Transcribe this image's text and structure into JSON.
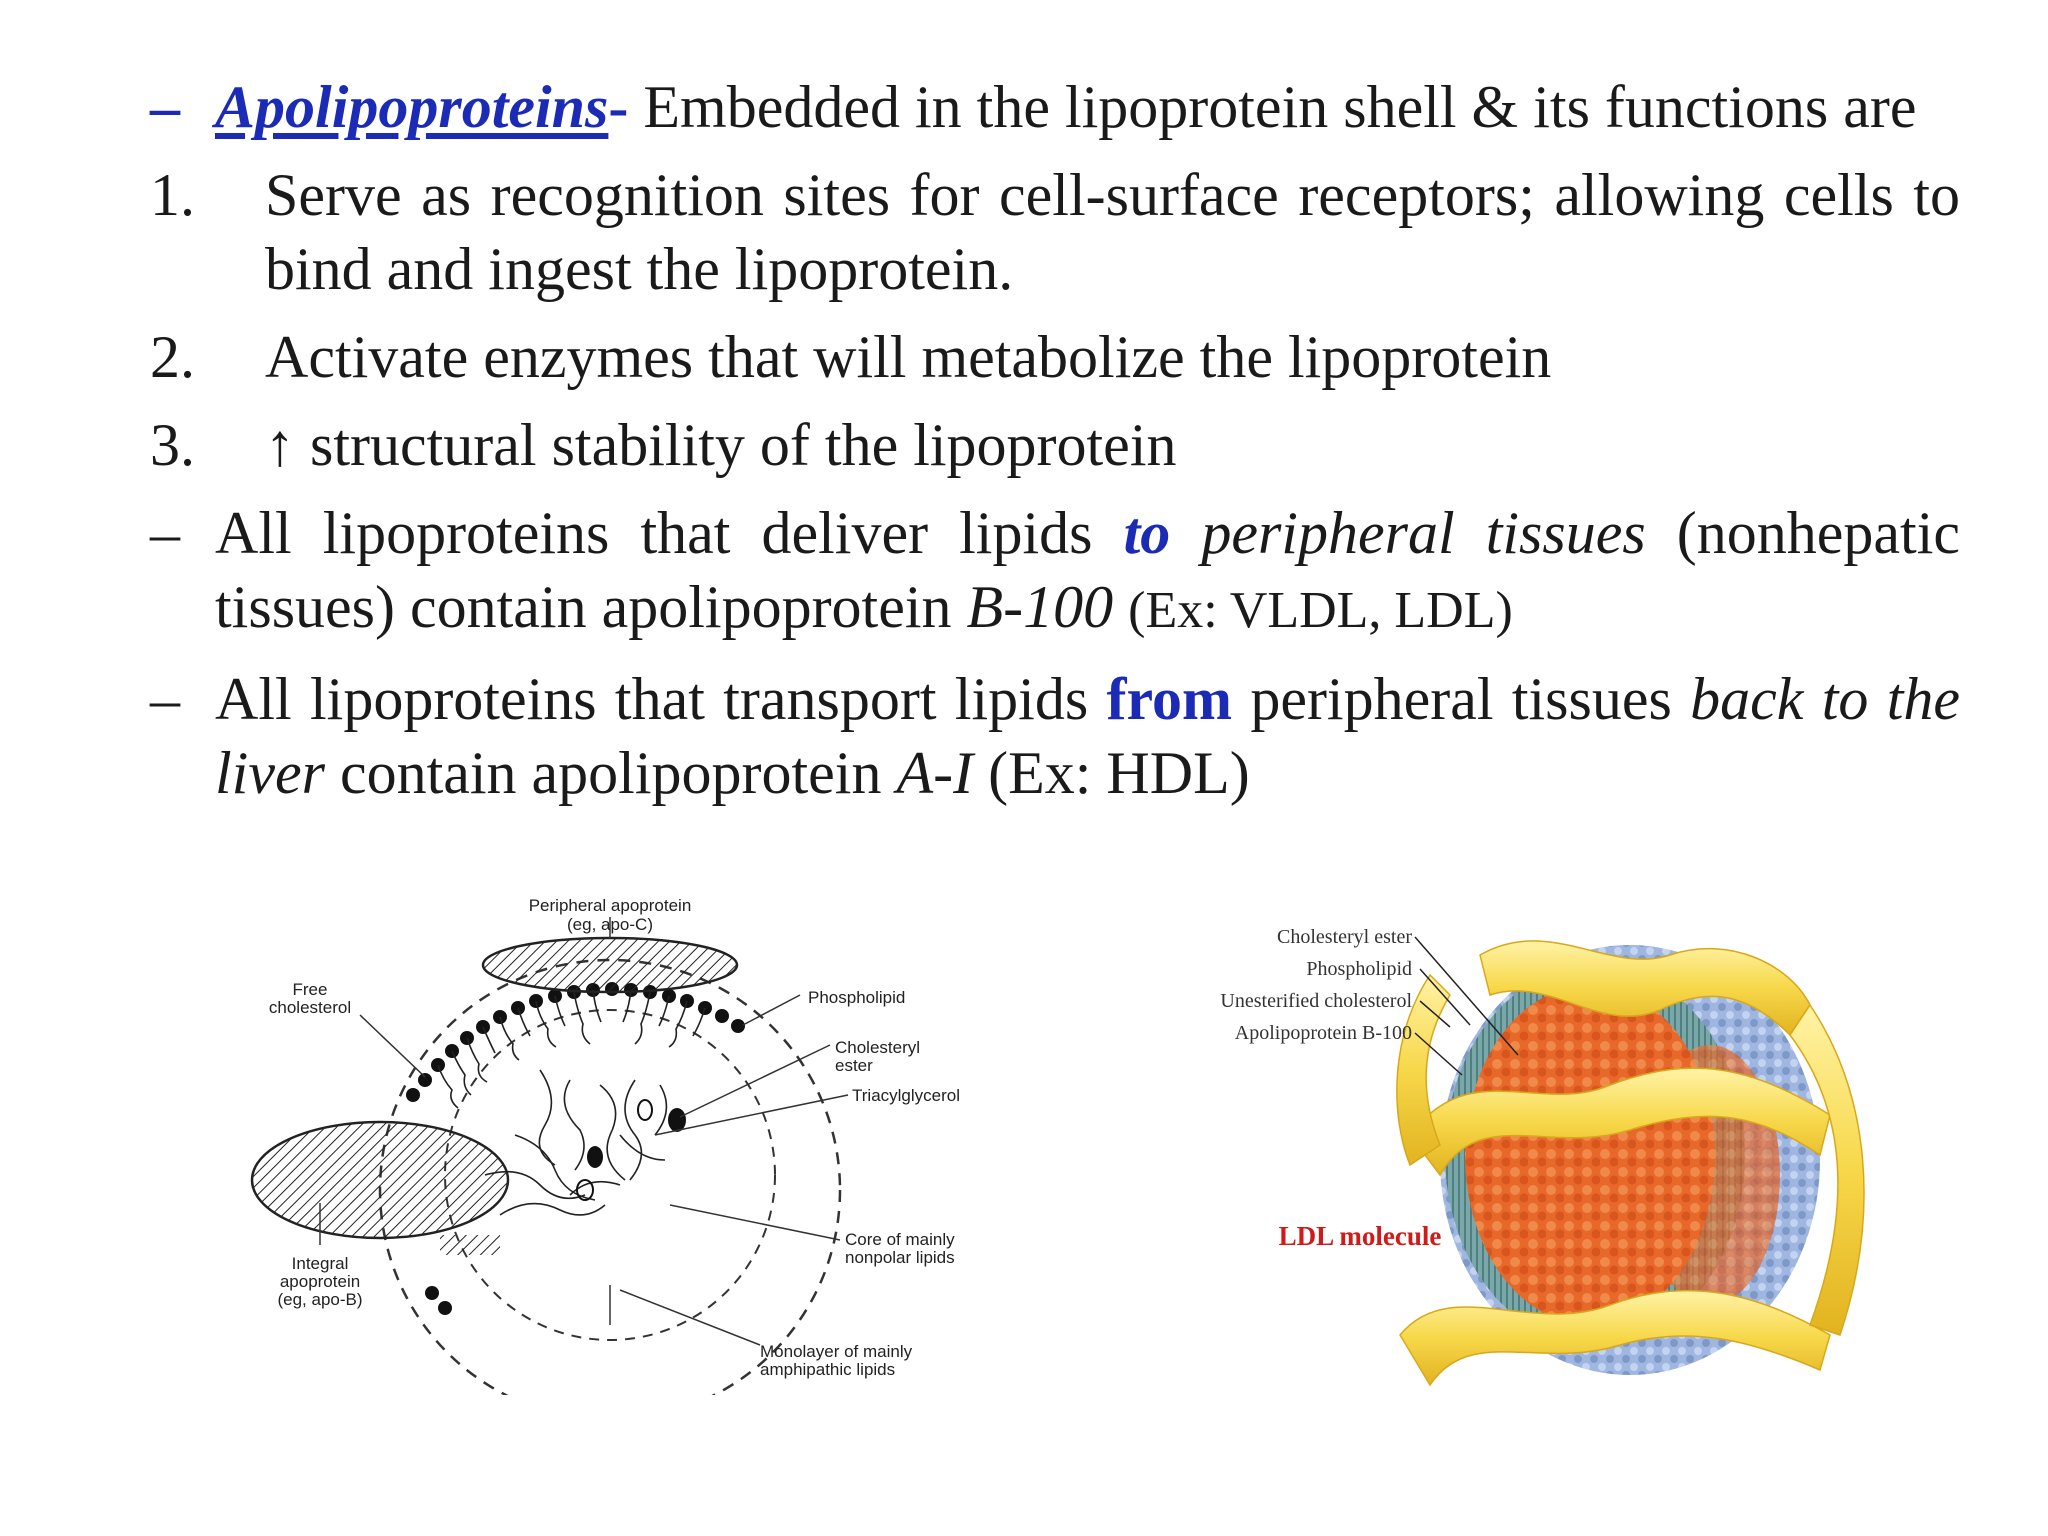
{
  "intro": {
    "dash": "–",
    "term": "Apolipoproteins",
    "term_suffix": "-",
    "text": "Embedded in the lipoprotein shell & its functions are"
  },
  "functions": [
    {
      "number": "1.",
      "text": "Serve as recognition sites for cell-surface receptors; allowing cells to bind and ingest the lipoprotein."
    },
    {
      "number": "2.",
      "text": "Activate enzymes that will metabolize the lipoprotein"
    },
    {
      "number": "3.",
      "arrow": "↑",
      "text": "structural stability of the lipoprotein"
    }
  ],
  "point_b100": {
    "dash": "–",
    "part1": "All lipoproteins that deliver lipids",
    "highlight": "to",
    "part2": "peripheral tissues",
    "part3": "(nonhepatic tissues) contain apolipoprotein",
    "apo": "B-100",
    "example": "(Ex: VLDL, LDL)"
  },
  "point_a1": {
    "dash": "–",
    "part1": "All lipoproteins that transport lipids",
    "highlight": "from",
    "part2": "peripheral tissues",
    "part3": "back to the liver",
    "part4": "contain apolipoprotein",
    "apo": "A-I",
    "example": "(Ex:  HDL)"
  },
  "diagram_left": {
    "peripheral_apoprotein": "Peripheral apoprotein",
    "peripheral_example": "(eg, apo-C)",
    "free_cholesterol_1": "Free",
    "free_cholesterol_2": "cholesterol",
    "phospholipid": "Phospholipid",
    "cholesteryl_ester_1": "Cholesteryl",
    "cholesteryl_ester_2": "ester",
    "triacylglycerol": "Triacylglycerol",
    "core_1": "Core of mainly",
    "core_2": "nonpolar lipids",
    "integral_1": "Integral",
    "integral_2": "apoprotein",
    "integral_3": "(eg, apo-B)",
    "monolayer_1": "Monolayer of mainly",
    "monolayer_2": "amphipathic lipids"
  },
  "diagram_right": {
    "cholesteryl_ester": "Cholesteryl ester",
    "phospholipid": "Phospholipid",
    "unesterified_cholesterol": "Unesterified cholesterol",
    "apolipoprotein_b100": "Apolipoprotein B-100",
    "molecule_label": "LDL molecule"
  },
  "colors": {
    "accent_blue": "#1c2bb6",
    "ldl_red": "#d11a1a",
    "ribbon_yellow": "#f7d84a",
    "core_orange": "#e8682a",
    "shell_blue": "#9fb6e0"
  }
}
